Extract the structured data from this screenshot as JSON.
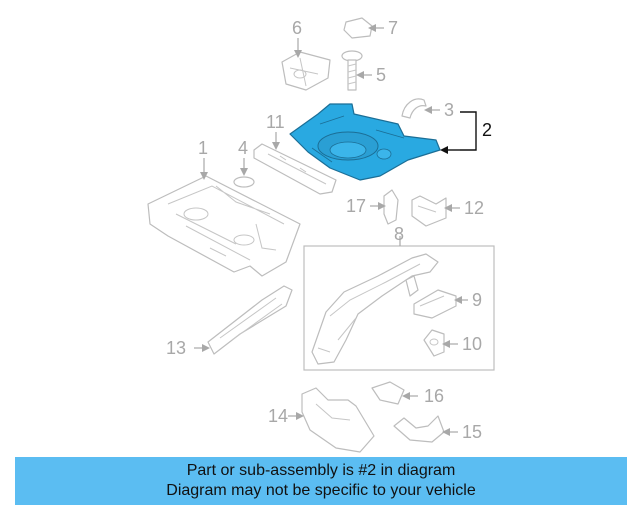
{
  "callouts": {
    "c1": "1",
    "c2": "2",
    "c3": "3",
    "c4": "4",
    "c5": "5",
    "c6": "6",
    "c7": "7",
    "c8": "8",
    "c9": "9",
    "c10": "10",
    "c11": "11",
    "c12": "12",
    "c13": "13",
    "c14": "14",
    "c15": "15",
    "c16": "16",
    "c17": "17"
  },
  "highlight_color": "#29a9e1",
  "banner": {
    "line1": "Part or sub-assembly is #2 in diagram",
    "line2": "Diagram may not be specific to your vehicle",
    "background": "#5bbdf2"
  }
}
